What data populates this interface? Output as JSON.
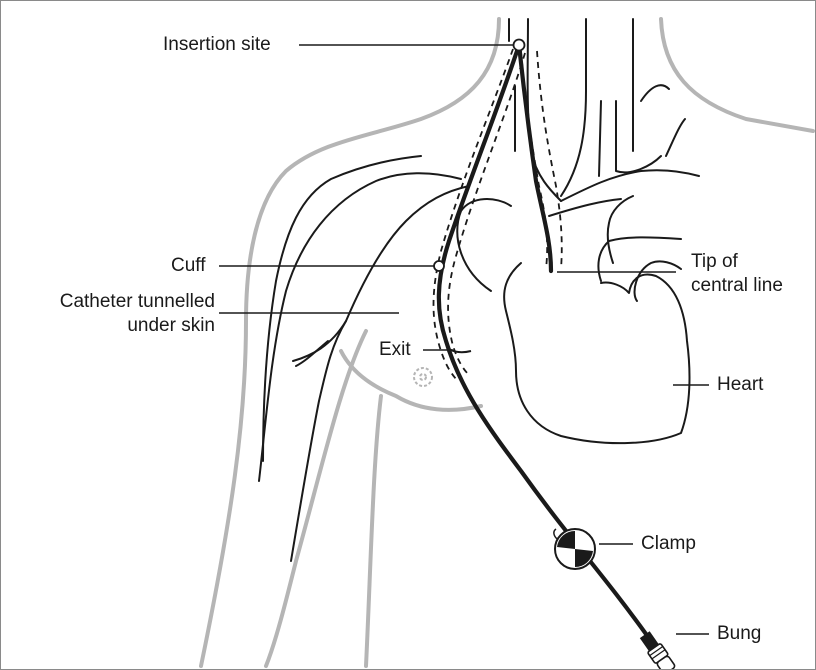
{
  "labels": {
    "insertion_site": "Insertion site",
    "cuff": "Cuff",
    "catheter_line1": "Catheter tunnelled",
    "catheter_line2": "under skin",
    "exit": "Exit",
    "tip_line1": "Tip of",
    "tip_line2": "central line",
    "heart": "Heart",
    "clamp": "Clamp",
    "bung": "Bung"
  },
  "colors": {
    "body_outline": "#b5b5b5",
    "line": "#1a1a1a",
    "background": "#ffffff"
  }
}
